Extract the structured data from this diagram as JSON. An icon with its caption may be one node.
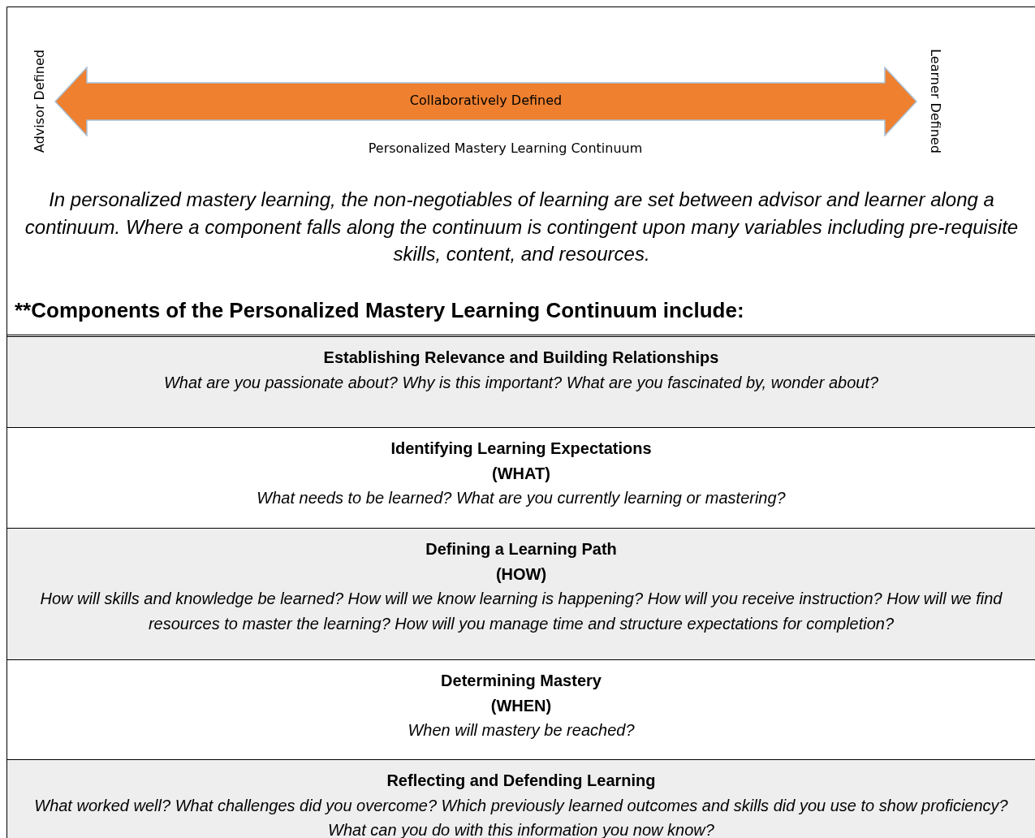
{
  "diagram": {
    "nodes": [
      {
        "text": [
          "Collaboratively Defined"
        ],
        "beside": [
          "Personalized Mastery Learning Continuum"
        ]
      },
      {
        "text": [
          "Establishing Relevance and Building Relationships",
          "What are you passionate about? Why is this important? What are you fascinated by, wonder about?"
        ]
      },
      {
        "text": [
          "Identifying Learning Expectations",
          "(WHAT)",
          "What needs to be learned? What are you currently learning or mastering?"
        ]
      },
      {
        "text": [
          "Defining a Learning Path",
          "(HOW)",
          "How will skills and knowledge be learned? How will we know learning is happening?  How will you receive instruction? How will we find resources to master the learning? How will you manage time and structure expectations for completion?"
        ]
      },
      {
        "text": [
          "Determining Mastery",
          "(WHEN)",
          "When will mastery be reached?"
        ]
      },
      {
        "text": [
          "Reflecting and Defending Learning",
          "What worked well? What challenges did you overcome?  Which previously learned outcomes and skills did you use to show proficiency?  What can you do with this information you now know?"
        ]
      }
    ],
    "labels": [
      "Advisor Defined",
      "Learner Defined",
      "In personalized mastery learning, the non-negotiables of learning are set between advisor and learner along a continuum. Where a component falls along the continuum is contingent upon many variables including pre-requisite skills, content, and resources.",
      "**Components of the Personalized Mastery Learning Continuum include:"
    ]
  }
}
